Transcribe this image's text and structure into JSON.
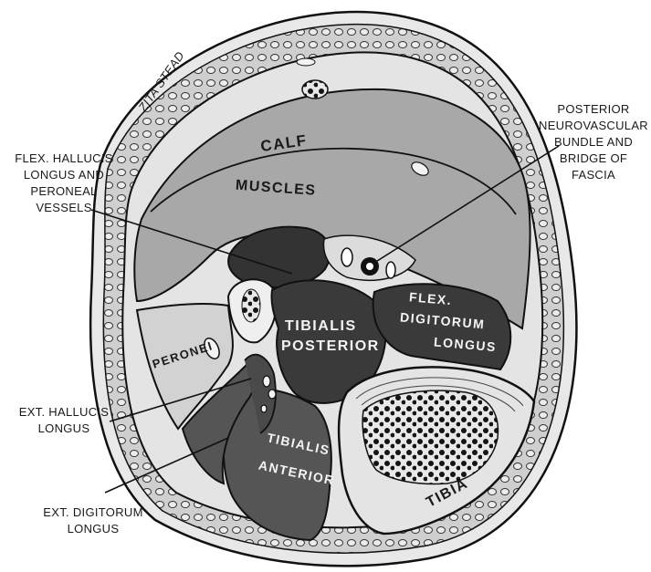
{
  "signature": "ZITA STEAD",
  "labels": {
    "calf": "CALF",
    "muscles": "MUSCLES",
    "flex_hallucis_1": "FLEX. HALLUCIS",
    "flex_hallucis_2": "LONGUS AND",
    "flex_hallucis_3": "PERONEAL",
    "flex_hallucis_4": "VESSELS",
    "posterior_nv_1": "POSTERIOR",
    "posterior_nv_2": "NEUROVASCULAR",
    "posterior_nv_3": "BUNDLE AND",
    "posterior_nv_4": "BRIDGE OF",
    "posterior_nv_5": "FASCIA",
    "peronei": "PERONEI",
    "tibialis_posterior_1": "TIBIALIS",
    "tibialis_posterior_2": "POSTERIOR",
    "flex_digitorum_1": "FLEX.",
    "flex_digitorum_2": "DIGITORUM",
    "flex_digitorum_3": "LONGUS",
    "ext_hallucis_1": "EXT. HALLUCIS",
    "ext_hallucis_2": "LONGUS",
    "tibialis_anterior_1": "TIBIALIS",
    "tibialis_anterior_2": "ANTERIOR",
    "tibia": "TIBIA",
    "ext_digitorum_1": "EXT. DIGITORUM",
    "ext_digitorum_2": "LONGUS"
  },
  "colors": {
    "skin": "#e6e6e6",
    "fat": "#c9c9c9",
    "calf_muscle": "#a9a9a9",
    "deep_muscle": "#3a3a3a",
    "anterior_muscle": "#555555",
    "bone_cortex": "#e2e2e2",
    "outline": "#111111"
  }
}
